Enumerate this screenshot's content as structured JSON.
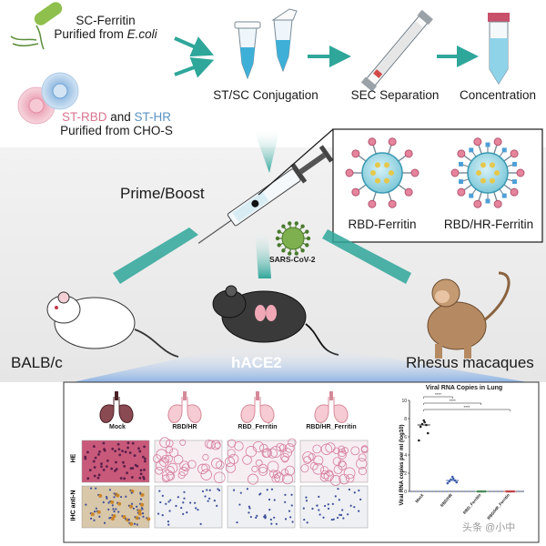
{
  "sources": {
    "sc_ferritin": {
      "line1": "SC-Ferritin",
      "line2_prefix": "Purified from ",
      "line2_species": "E.coli"
    },
    "cho": {
      "st_rbd": "ST-RBD",
      "and": " and ",
      "st_hr": "ST-HR",
      "line2": "Purified from CHO-S"
    }
  },
  "steps": {
    "conjugation": "ST/SC Conjugation",
    "sec": "SEC Separation",
    "concentration": "Concentration"
  },
  "prime_boost": "Prime/Boost",
  "virus_label": "SARS-CoV-2",
  "nanoparticles": [
    "RBD-Ferritin",
    "RBD/HR-Ferritin"
  ],
  "animals": [
    "BALB/c",
    "hACE2",
    "Rhesus macaques"
  ],
  "histology": {
    "groups": [
      "Mock",
      "RBD/HR",
      "RBD_Ferritin",
      "RBD/HR_Ferritin"
    ],
    "rows": [
      "HE",
      "IHC anti-N"
    ]
  },
  "chart_data": {
    "type": "scatter",
    "title": "Viral RNA Copies in Lung",
    "ylabel": "Viral RNA copies per ml (log10)",
    "categories": [
      "Mock",
      "RBD/HR",
      "RBD_Ferritin",
      "RBD/HR_Ferritin"
    ],
    "ylim": [
      0,
      10
    ],
    "yticks": [
      0,
      2,
      4,
      6,
      8,
      10
    ],
    "series": [
      {
        "values": [
          [
            7.8,
            7.6,
            7.4,
            7.3,
            7.1,
            6.4,
            5.6
          ],
          [
            1.6,
            1.4,
            1.3,
            1.2,
            1.1,
            1.0,
            0.9
          ],
          [
            0,
            0,
            0,
            0,
            0,
            0
          ],
          [
            0,
            0,
            0,
            0,
            0,
            0
          ]
        ]
      }
    ],
    "means": [
      7.3,
      1.2,
      0,
      0
    ],
    "significance": [
      {
        "from": 0,
        "to": 1,
        "label": "****"
      },
      {
        "from": 0,
        "to": 2,
        "label": "****"
      },
      {
        "from": 0,
        "to": 3,
        "label": "****"
      }
    ],
    "colors": [
      "#222222",
      "#3a5ca8",
      "#4a8c5a",
      "#c0454b"
    ]
  },
  "watermark": "头条 @小中"
}
